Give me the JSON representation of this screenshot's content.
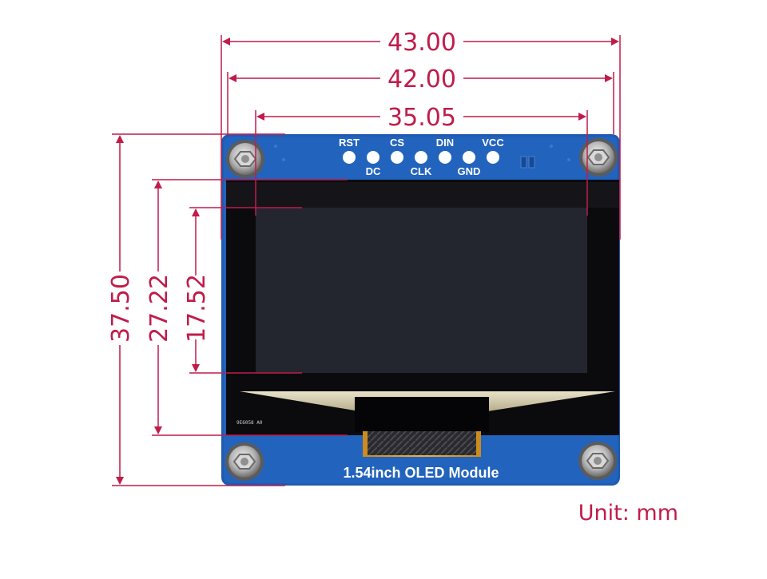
{
  "dimensions": {
    "width_outer": "43.00",
    "width_hole_spacing": "42.00",
    "width_active_area": "35.05",
    "height_outer": "37.50",
    "height_glass": "27.22",
    "height_active_area": "17.52"
  },
  "pins": {
    "top_row": [
      "RST",
      "CS",
      "DIN",
      "VCC"
    ],
    "bottom_row": [
      "DC",
      "CLK",
      "GND"
    ]
  },
  "module_title": "1.54inch OLED Module",
  "chip_marking": "9E6058 A0",
  "unit_label": "Unit: mm",
  "colors": {
    "pcb_blue": "#1f5bb0",
    "dimension_red": "#c01c4a",
    "screen_dark": "#23252f",
    "glass_black": "#0b0b0e"
  }
}
